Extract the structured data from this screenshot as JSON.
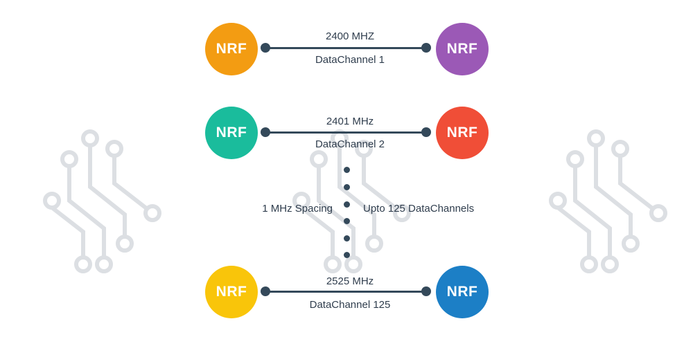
{
  "colors": {
    "link": "#34495a",
    "text": "#2f3d4d",
    "watermark": "#dcdfe3"
  },
  "icons": [
    "circuit-watermark-icon"
  ],
  "rows": [
    {
      "left": {
        "label": "NRF",
        "color": "#f39c12"
      },
      "right": {
        "label": "NRF",
        "color": "#9b59b6"
      },
      "frequency": "2400 MHZ",
      "channel": "DataChannel 1"
    },
    {
      "left": {
        "label": "NRF",
        "color": "#1abc9c"
      },
      "right": {
        "label": "NRF",
        "color": "#f04e37"
      },
      "frequency": "2401 MHz",
      "channel": "DataChannel 2"
    },
    {
      "left": {
        "label": "NRF",
        "color": "#f9c50a"
      },
      "right": {
        "label": "NRF",
        "color": "#1c7fc6"
      },
      "frequency": "2525 MHz",
      "channel": "DataChannel 125"
    }
  ],
  "spacing_label": "1 MHz Spacing",
  "channels_label": "Upto 125 DataChannels"
}
